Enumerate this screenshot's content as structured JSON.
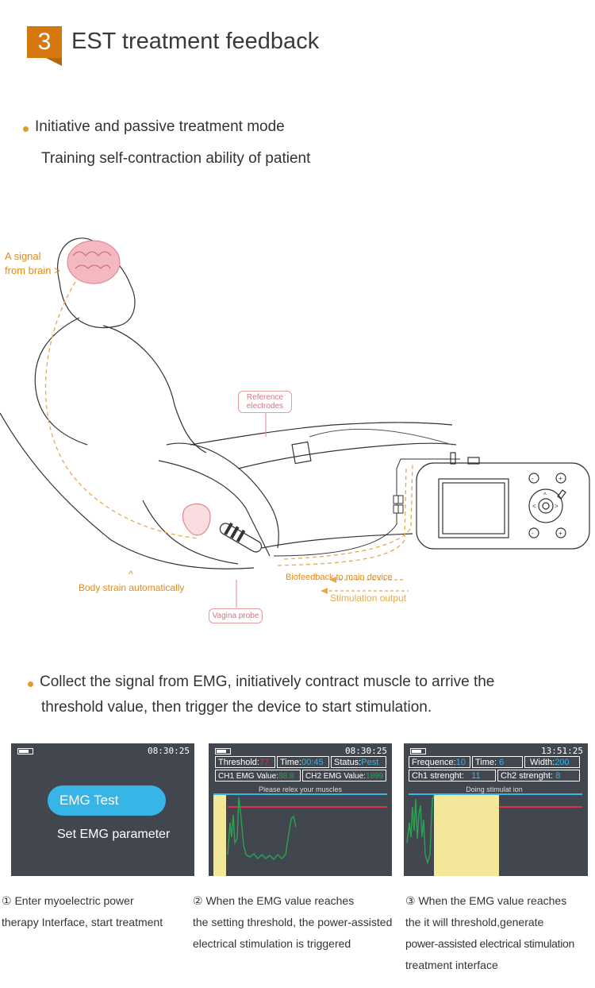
{
  "header": {
    "number": "3",
    "title": "EST treatment feedback"
  },
  "section1": {
    "line1": "Initiative and passive treatment mode",
    "line2": "Training self-contraction ability of patient"
  },
  "illustration": {
    "signal_line1": "A signal",
    "signal_line2": "from brain >",
    "reference_line1": "Reference",
    "reference_line2": "electrodes",
    "caret": "^",
    "body_strain": "Body strain automatically",
    "biofeedback": "Biofeedback to main device",
    "stimulation": "Stimulation output",
    "probe": "Vagina probe"
  },
  "section2": {
    "line1": "Collect the signal from EMG, initiatively contract muscle to arrive the",
    "line2": "threshold value, then trigger the device to start stimulation."
  },
  "screens": {
    "s1": {
      "time": "08:30:25",
      "emg_test": "EMG Test",
      "set_param": "Set EMG parameter"
    },
    "s2": {
      "time": "08:30:25",
      "threshold_label": "Threshold:",
      "threshold_value": "77",
      "time_label": "Time:",
      "time_value": "00:45",
      "status_label": "Status:",
      "status_value": "Pest",
      "ch1_label": "CH1 EMG Value:",
      "ch1_value": "88.8",
      "ch2_label": "CH2 EMG Value:",
      "ch2_value": "1899",
      "hint": "Please relex your muscles"
    },
    "s3": {
      "time": "13:51:25",
      "freq_label": "Frequence:",
      "freq_value": "10",
      "time_label": "Time:",
      "time_value": "6",
      "width_label": "Width:",
      "width_value": "200",
      "ch1_label": "Ch1 strenght:",
      "ch1_value": "11",
      "ch2_label": "Ch2 strenght:",
      "ch2_value": "8",
      "hint": "Doing stimulat ion"
    }
  },
  "captions": {
    "c1": [
      "① Enter myoelectric power",
      "therapy Interface, start treatment"
    ],
    "c2": [
      "② When the EMG value reaches",
      "the setting threshold, the power-assisted",
      "electrical stimulation is triggered"
    ],
    "c3": [
      "③ When the EMG value reaches",
      "the it will threshold,generate",
      "power-assisted electrical stimulation",
      "treatment interface"
    ]
  },
  "colors": {
    "accent": "#d5780f",
    "orange": "#e08a1e",
    "pink": "#e07080",
    "screen_bg": "#42474f",
    "blue": "#36b5e6",
    "red": "#e03040",
    "green": "#2aa050",
    "yellow": "#f3e79a"
  }
}
